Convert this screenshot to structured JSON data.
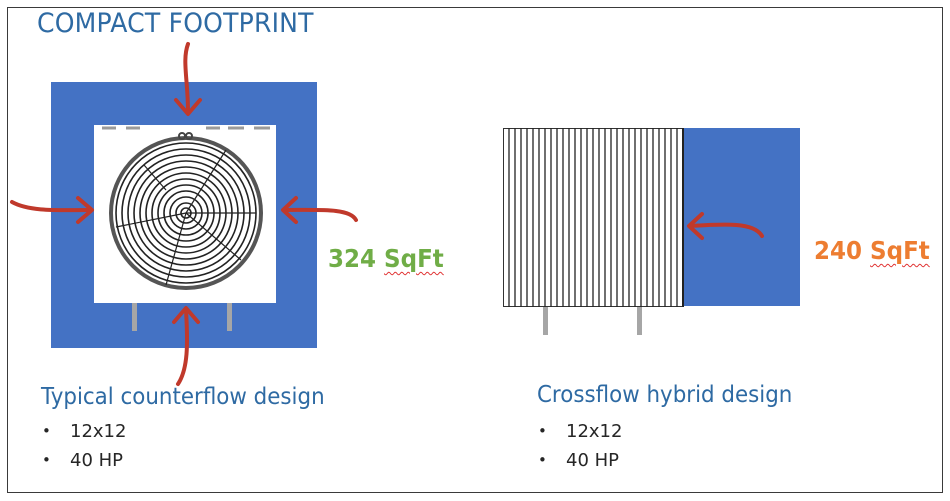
{
  "title": "COMPACT FOOTPRINT",
  "colors": {
    "title_blue": "#2e6aa3",
    "unit_blue": "#4472c4",
    "arrow_red": "#c0392b",
    "counterflow_area_green": "#70ad47",
    "crossflow_area_orange": "#ed7d31",
    "leg_gray": "#a6a6a6"
  },
  "counterflow": {
    "icon": "fan-grille-top-view",
    "airflow_arrows": [
      "top",
      "left",
      "right",
      "bottom"
    ],
    "area_label": "324 SqFt",
    "area_number": "324",
    "area_unit": "SqFt",
    "design_title": "Typical counterflow design",
    "specs": [
      "12x12",
      "40 HP"
    ]
  },
  "crossflow": {
    "icon": "fill-media-side-view",
    "airflow_arrows": [
      "right"
    ],
    "area_label": "240 SqFt",
    "area_number": "240",
    "area_unit": "SqFt",
    "design_title": "Crossflow hybrid design",
    "specs": [
      "12x12",
      "40 HP"
    ]
  }
}
